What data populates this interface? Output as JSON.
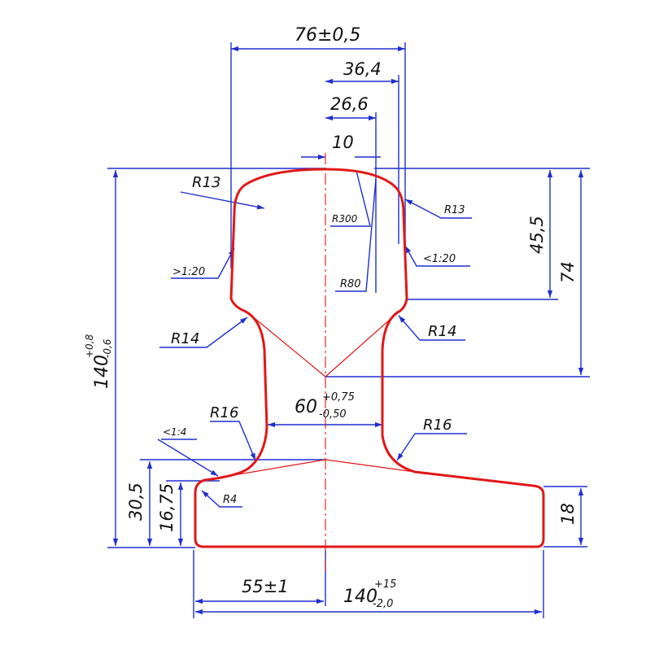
{
  "colors": {
    "dimension": "#1f2fd0",
    "profile": "#e01818",
    "text": "#111111"
  },
  "dimensions": {
    "head_width": "76±0,5",
    "d36": "36,4",
    "d26": "26,6",
    "d10": "10",
    "r13_left": "R13",
    "r13_right": "R13",
    "r300": "R300",
    "r80": "R80",
    "slope_left": ">1:20",
    "slope_right": "<1:20",
    "h455": "45,5",
    "h74": "74",
    "r14_left": "R14",
    "r14_right": "R14",
    "height_main": "140",
    "height_sup": "+0,8",
    "height_sub": "-0,6",
    "web_main": "60",
    "web_sup": "+0,75",
    "web_sub": "-0,50",
    "r16_left": "R16",
    "r16_right": "R16",
    "slope_14": "<1:4",
    "r4": "R4",
    "h305": "30,5",
    "h1675": "16,75",
    "h18": "18",
    "base_part": "55±1",
    "base_main": "140",
    "base_sup": "+15",
    "base_sub": "-2,0"
  }
}
